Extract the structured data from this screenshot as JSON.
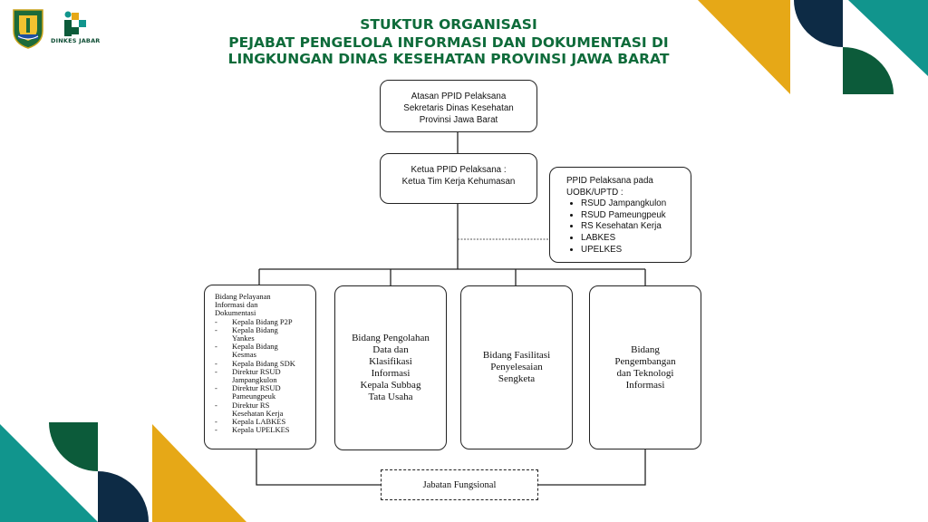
{
  "header": {
    "title_line1": "STUKTUR ORGANISASI",
    "title_line2": "PEJABAT PENGELOLA INFORMASI DAN DOKUMENTASI DI",
    "title_line3": "LINGKUNGAN DINAS KESEHATAN PROVINSI JAWA BARAT",
    "logo_dinkes_label": "DINKES JABAR"
  },
  "colors": {
    "title": "#0e6b3a",
    "gold": "#e6a817",
    "navy": "#0d2b45",
    "teal": "#11958d",
    "green": "#0c5b3a"
  },
  "org": {
    "atasan": [
      "Atasan PPID Pelaksana",
      "Sekretaris Dinas Kesehatan",
      "Provinsi Jawa Barat"
    ],
    "ketua": [
      "Ketua PPID Pelaksana :",
      "Ketua Tim Kerja Kehumasan"
    ],
    "uobk": {
      "heading1": "PPID Pelaksana pada",
      "heading2": "UOBK/UPTD :",
      "items": [
        "RSUD Jampangkulon",
        "RSUD Pameungpeuk",
        "RS Kesehatan Kerja",
        "LABKES",
        "UPELKES"
      ]
    },
    "bidang_pelayanan": {
      "heading": [
        "Bidang Pelayanan",
        "Informasi dan",
        "Dokumentasi"
      ],
      "dash": "-",
      "items": [
        [
          "Kepala Bidang P2P"
        ],
        [
          "Kepala Bidang",
          "Yankes"
        ],
        [
          "Kepala Bidang",
          "Kesmas"
        ],
        [
          "Kepala Bidang SDK"
        ],
        [
          "Direktur RSUD",
          "Jampangkulon"
        ],
        [
          "Direktur RSUD",
          "Pameungpeuk"
        ],
        [
          "Direktur RS",
          "Kesehatan Kerja"
        ],
        [
          "Kepala LABKES"
        ],
        [
          "Kepala UPELKES"
        ]
      ]
    },
    "bidang_pengolahan": [
      "Bidang Pengolahan",
      "Data dan",
      "Klasifikasi",
      "Informasi",
      "Kepala Subbag",
      "Tata Usaha"
    ],
    "bidang_fasilitasi": [
      "Bidang Fasilitasi",
      "Penyelesaian",
      "Sengketa"
    ],
    "bidang_pengembangan": [
      "Bidang",
      "Pengembangan",
      "dan Teknologi",
      "Informasi"
    ],
    "jabatan_fungsional": "Jabatan Fungsional"
  }
}
